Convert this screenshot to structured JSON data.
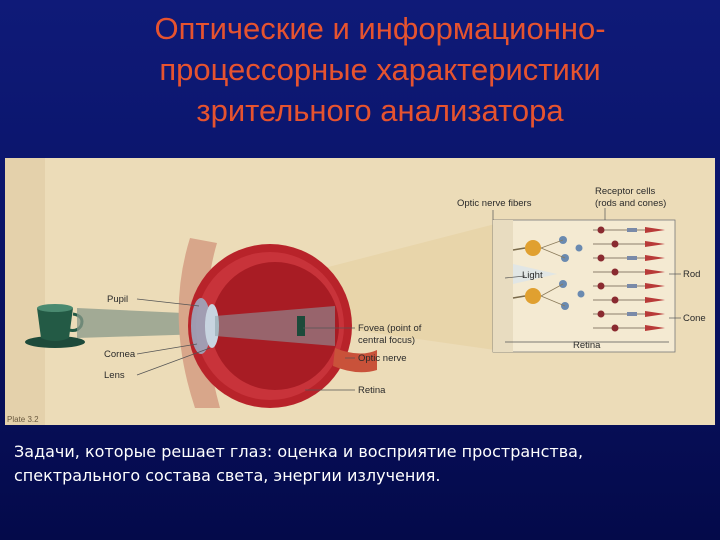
{
  "slide": {
    "title_lines": [
      "Оптические и информационно-",
      "процессорные характеристики",
      "зрительного анализатора"
    ],
    "caption_lines": [
      "Задачи, которые решает глаз: оценка и восприятие пространства,",
      "спектрального состава света, энергии излучения."
    ]
  },
  "figure": {
    "labels": {
      "pupil": "Pupil",
      "cornea": "Cornea",
      "lens": "Lens",
      "fovea_1": "Fovea (point of",
      "fovea_2": "central focus)",
      "optic_nerve": "Optic nerve",
      "retina_eye": "Retina",
      "optic_nerve_fibers": "Optic nerve fibers",
      "receptor_1": "Receptor cells",
      "receptor_2": "(rods and cones)",
      "light": "Light",
      "rod": "Rod",
      "cone": "Cone",
      "retina_inset": "Retina",
      "plate": "Plate 3.2"
    },
    "colors": {
      "background": "#ecdcb8",
      "eye_red": "#b8232a",
      "light_beam": "#8a9a8a",
      "title": "#e6532f"
    }
  }
}
